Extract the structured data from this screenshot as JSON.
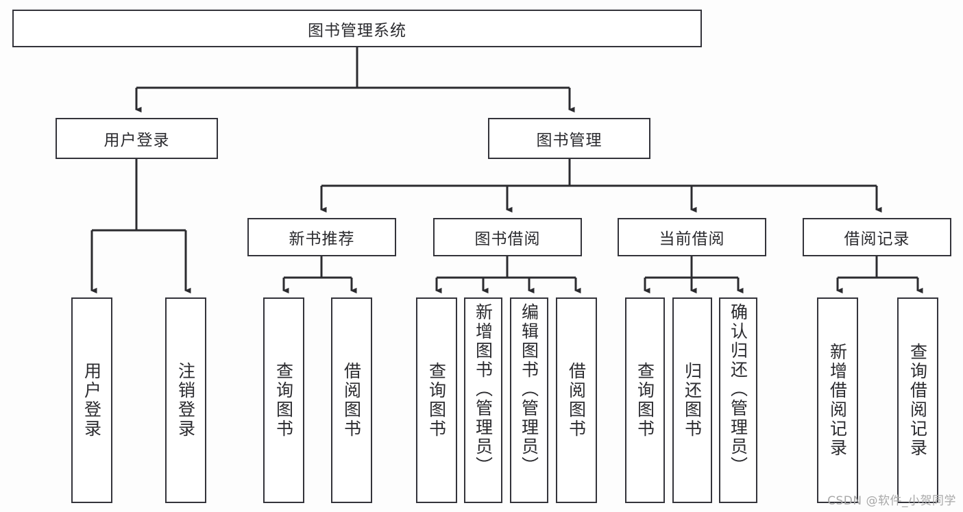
{
  "diagram": {
    "title": "图书管理系统",
    "type": "tree",
    "watermark": "CSDN @软件_小贺同学",
    "colors": {
      "background": "#fdfdfd",
      "node_fill": "#ffffff",
      "node_border": "#33333a",
      "text": "#2b2b2f",
      "edge": "#2b2b2f",
      "watermark": "#a8a8a8"
    },
    "nodes": {
      "root": {
        "label": "图书管理系统"
      },
      "level2": [
        {
          "id": "user_login",
          "label": "用户登录"
        },
        {
          "id": "book_manage",
          "label": "图书管理"
        }
      ],
      "level3": [
        {
          "id": "new_book_rec",
          "label": "新书推荐"
        },
        {
          "id": "book_borrow",
          "label": "图书借阅"
        },
        {
          "id": "current_borrow",
          "label": "当前借阅"
        },
        {
          "id": "borrow_record",
          "label": "借阅记录"
        }
      ],
      "leaves": [
        {
          "id": "leaf_user_login",
          "label": "用户登录",
          "parent": "user_login"
        },
        {
          "id": "leaf_user_logout",
          "label": "注销登录",
          "parent": "user_login"
        },
        {
          "id": "leaf_query_book_1",
          "label": "查询图书",
          "parent": "new_book_rec"
        },
        {
          "id": "leaf_borrow_book_1",
          "label": "借阅图书",
          "parent": "new_book_rec"
        },
        {
          "id": "leaf_query_book_2",
          "label": "查询图书",
          "parent": "book_borrow"
        },
        {
          "id": "leaf_add_book",
          "label": "新增图书（管理员）",
          "parent": "book_borrow"
        },
        {
          "id": "leaf_edit_book",
          "label": "编辑图书（管理员）",
          "parent": "book_borrow"
        },
        {
          "id": "leaf_borrow_book_2",
          "label": "借阅图书",
          "parent": "book_borrow"
        },
        {
          "id": "leaf_query_book_3",
          "label": "查询图书",
          "parent": "current_borrow"
        },
        {
          "id": "leaf_return_book",
          "label": "归还图书",
          "parent": "current_borrow"
        },
        {
          "id": "leaf_confirm_return",
          "label": "确认归还（管理员）",
          "parent": "current_borrow"
        },
        {
          "id": "leaf_add_record",
          "label": "新增借阅记录",
          "parent": "borrow_record"
        },
        {
          "id": "leaf_query_record",
          "label": "查询借阅记录",
          "parent": "borrow_record"
        }
      ]
    }
  }
}
